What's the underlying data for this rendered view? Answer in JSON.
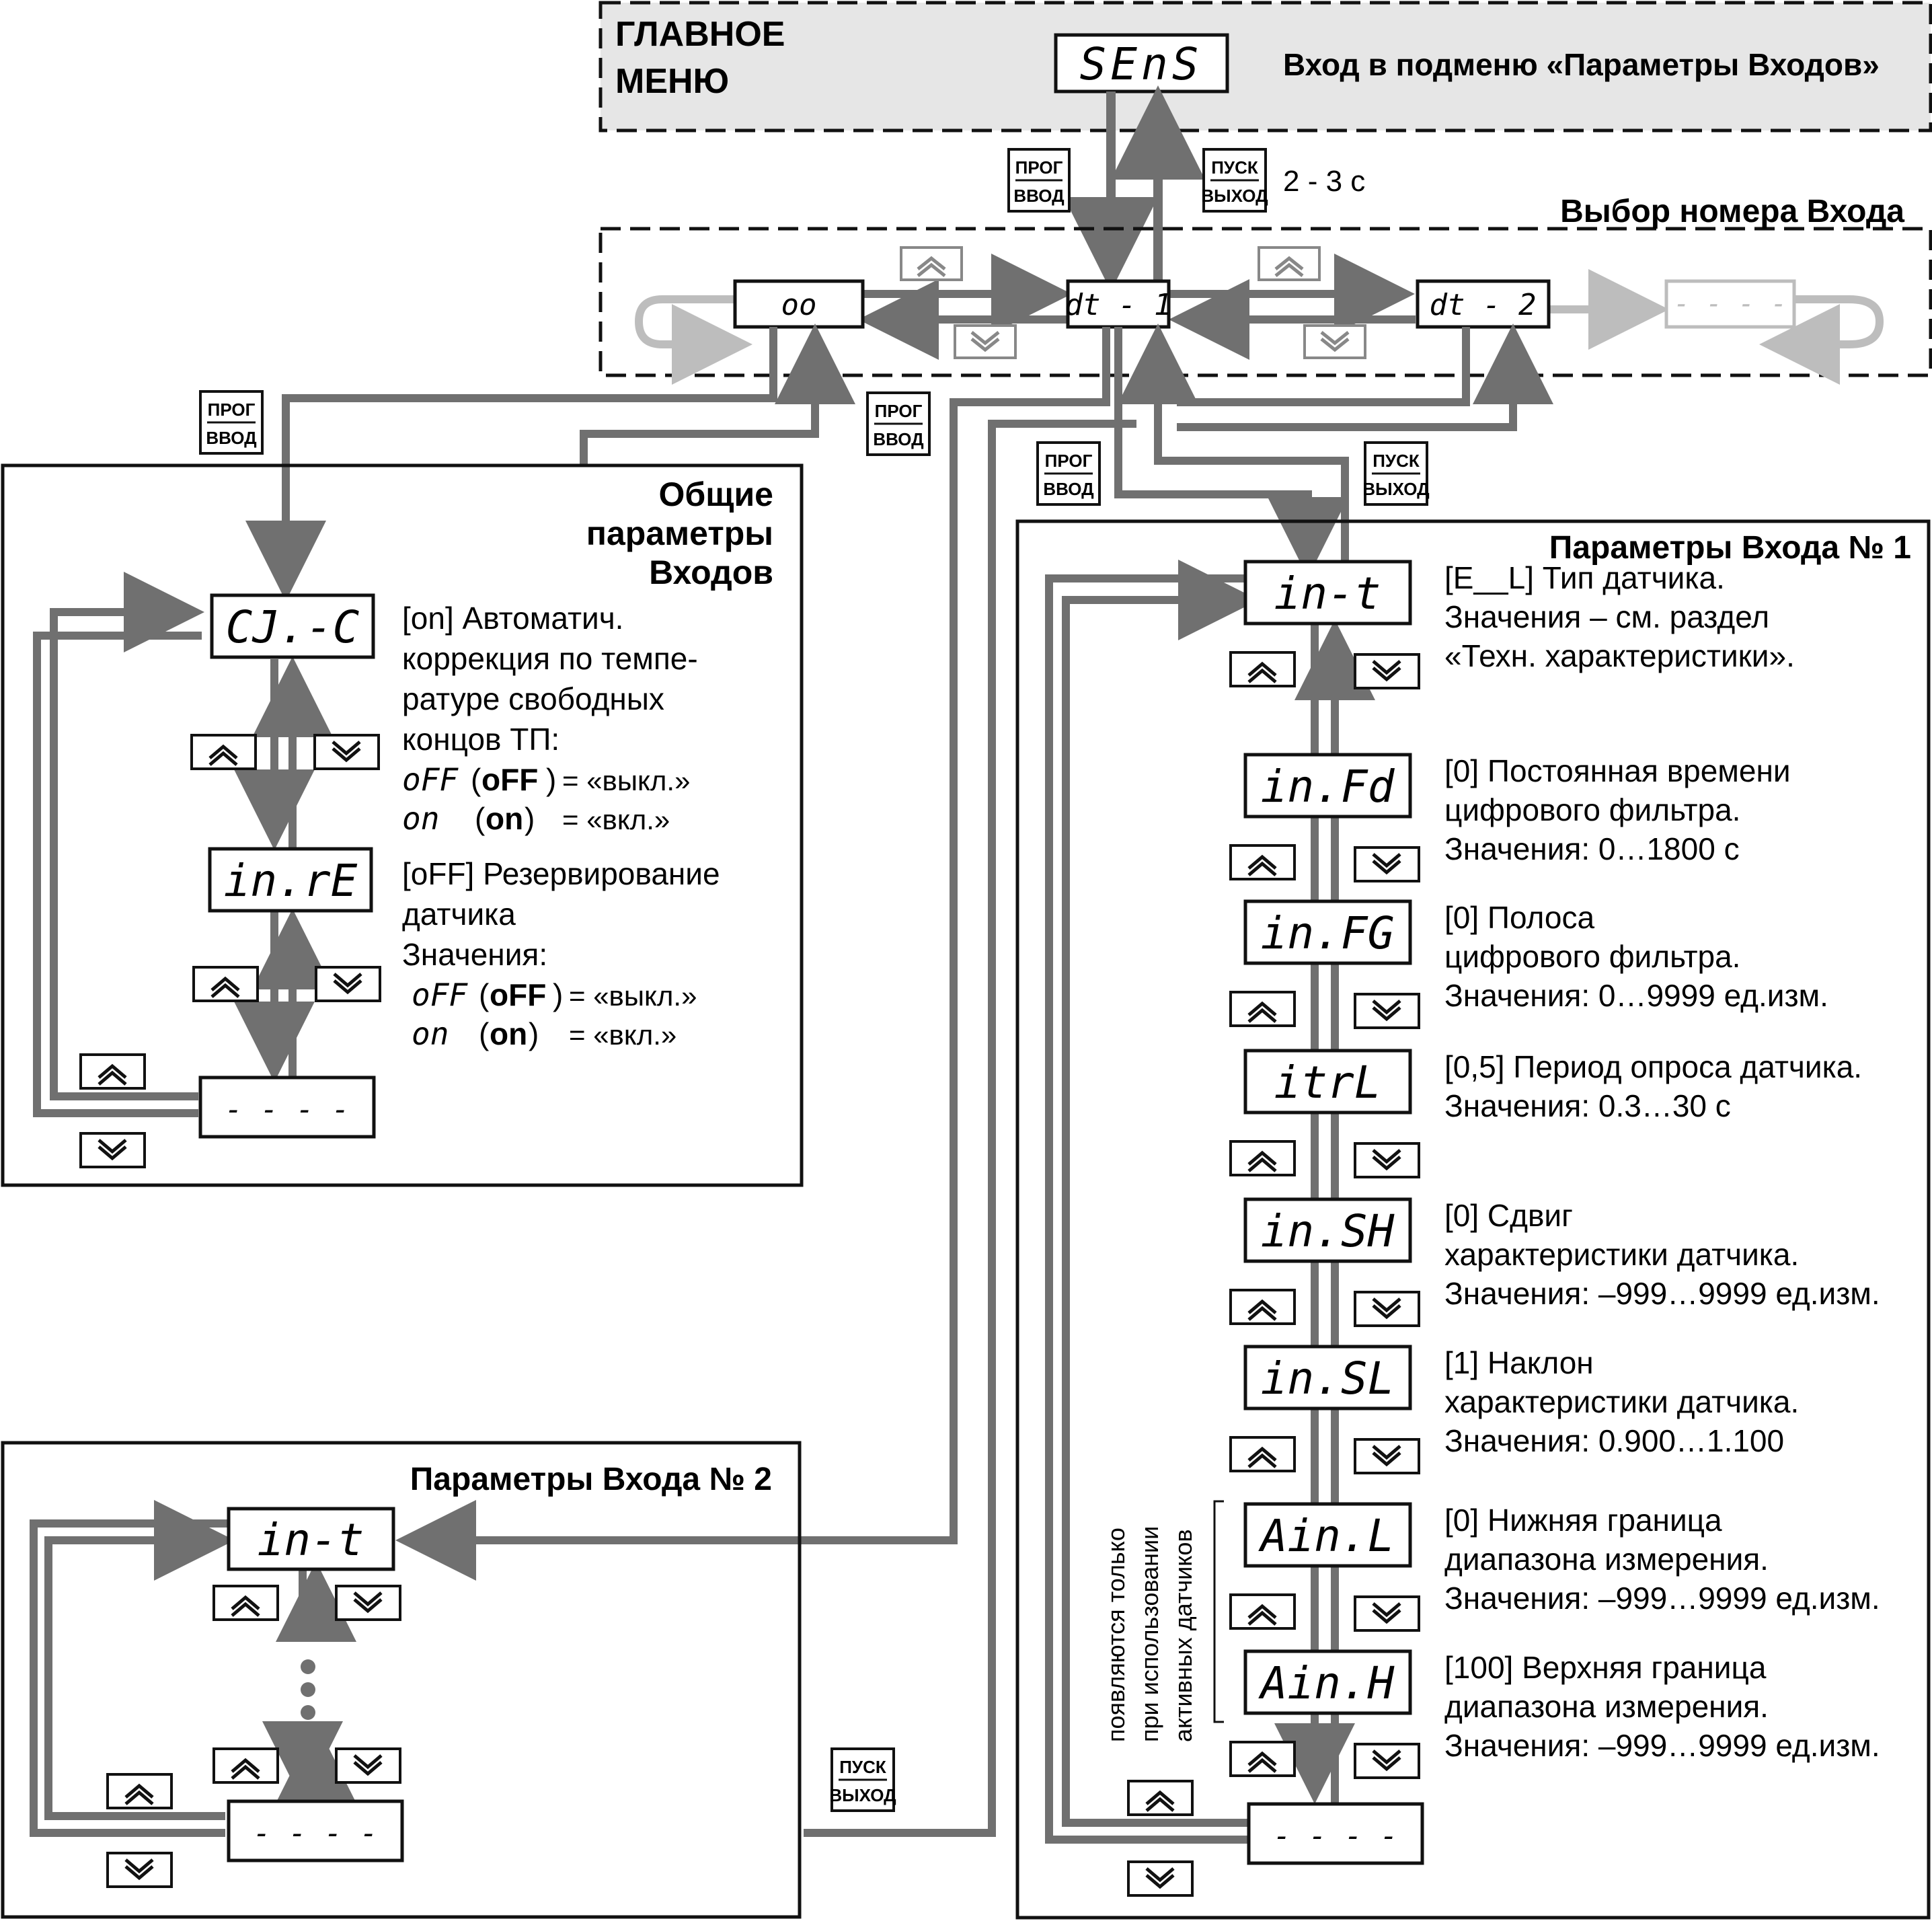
{
  "main_menu": {
    "title_line1": "ГЛАВНОЕ",
    "title_line2": "МЕНЮ",
    "display": "SEnS",
    "description": "Вход в подменю «Параметры Входов»"
  },
  "keys": {
    "prog_top": "ПРОГ",
    "prog_bottom": "ВВОД",
    "start_top": "ПУСК",
    "start_bottom": "ВЫХОД",
    "hold_time": "2 - 3 с"
  },
  "input_select": {
    "title": "Выбор номера Входа",
    "items": [
      "oo",
      "dt - 1",
      "dt - 2",
      "- - - -"
    ]
  },
  "common": {
    "title_line1": "Общие",
    "title_line2": "параметры",
    "title_line3": "Входов",
    "params": [
      {
        "display": "CJ.-C",
        "lines": [
          "[on] Автоматич.",
          "коррекция по темпе-",
          "ратуре свободных",
          "концов ТП:"
        ],
        "options": [
          {
            "glyph": "oFF",
            "code": "oFF",
            "meaning": "= «выкл.»"
          },
          {
            "glyph": "on",
            "code": "on",
            "meaning": "= «вкл.»"
          }
        ]
      },
      {
        "display": "in.rE",
        "lines": [
          "[oFF] Резервирование",
          "датчика",
          "Значения:"
        ],
        "options": [
          {
            "glyph": "oFF",
            "code": "oFF",
            "meaning": "= «выкл.»"
          },
          {
            "glyph": "on",
            "code": "on",
            "meaning": "= «вкл.»"
          }
        ]
      }
    ],
    "end_display": "- - - -"
  },
  "input1": {
    "title": "Параметры Входа № 1",
    "params": [
      {
        "display": "in-t",
        "lines": [
          "[E__L] Тип датчика.",
          "Значения – см. раздел",
          "«Техн. характеристики»."
        ]
      },
      {
        "display": "in.Fd",
        "lines": [
          "[0] Постоянная времени",
          "цифрового фильтра.",
          "Значения: 0…1800 с"
        ]
      },
      {
        "display": "in.FG",
        "lines": [
          "[0] Полоса",
          "цифрового фильтра.",
          "Значения: 0…9999 ед.изм."
        ]
      },
      {
        "display": "itrL",
        "lines": [
          "[0,5] Период опроса датчика.",
          "Значения: 0.3…30 с"
        ]
      },
      {
        "display": "in.SH",
        "lines": [
          "[0] Сдвиг",
          "характеристики датчика.",
          "Значения: –999…9999 ед.изм."
        ]
      },
      {
        "display": "in.SL",
        "lines": [
          "[1] Наклон",
          "характеристики датчика.",
          "Значения: 0.900…1.100"
        ]
      },
      {
        "display": "Ain.L",
        "lines": [
          "[0] Нижняя граница",
          "диапазона измерения.",
          "Значения: –999…9999 ед.изм."
        ]
      },
      {
        "display": "Ain.H",
        "lines": [
          "[100] Верхняя граница",
          "диапазона измерения.",
          "Значения: –999…9999 ед.изм."
        ]
      }
    ],
    "active_note": [
      "появляются только",
      "при использовании",
      "активных датчиков"
    ],
    "end_display": "- - - -"
  },
  "input2": {
    "title": "Параметры Входа № 2",
    "first_display": "in-t",
    "end_display": "- - - -"
  },
  "colors": {
    "line": "#707070",
    "light_line": "#bdbdbd",
    "menu_bg": "#e6e6e6",
    "border": "#111111"
  }
}
